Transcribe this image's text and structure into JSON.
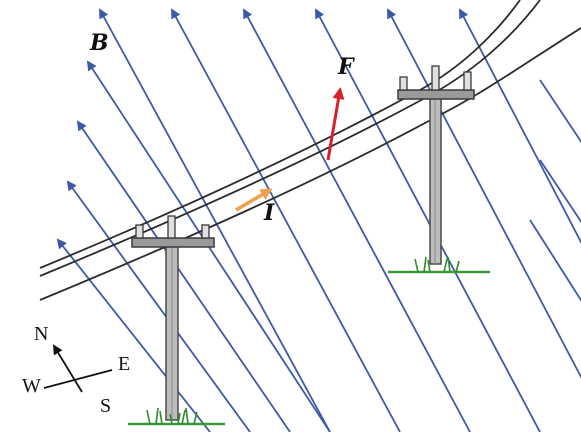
{
  "labels": {
    "field": "B",
    "force": "F",
    "current": "I"
  },
  "compass": {
    "north": "N",
    "east": "E",
    "west": "W",
    "south": "S"
  },
  "colors": {
    "field_lines": "#3d5aa8",
    "force_arrow": "#d8202a",
    "current_arrow": "#f0a04a",
    "wire": "#2b2b2b",
    "pole": "#6e6e6e",
    "grass": "#2e8b2e"
  }
}
